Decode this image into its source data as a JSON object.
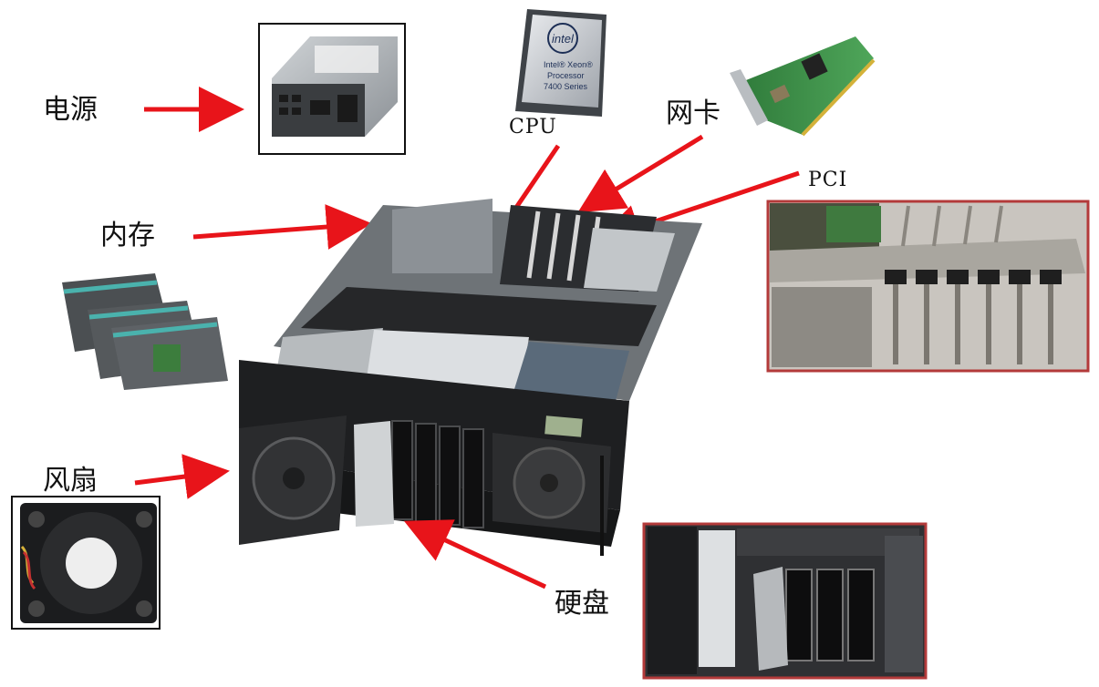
{
  "labels": {
    "power": "电源",
    "cpu": "CPU",
    "nic": "网卡",
    "pci": "PCI",
    "memory": "内存",
    "fan": "风扇",
    "hdd": "硬盘"
  },
  "cpu_chip": {
    "brand": "intel",
    "line1": "Intel® Xeon®",
    "line2": "Processor",
    "line3": "7400 Series"
  },
  "colors": {
    "arrow": "#e8141a",
    "frame": "#b33a3a",
    "chassis": "#2a2a2a"
  }
}
